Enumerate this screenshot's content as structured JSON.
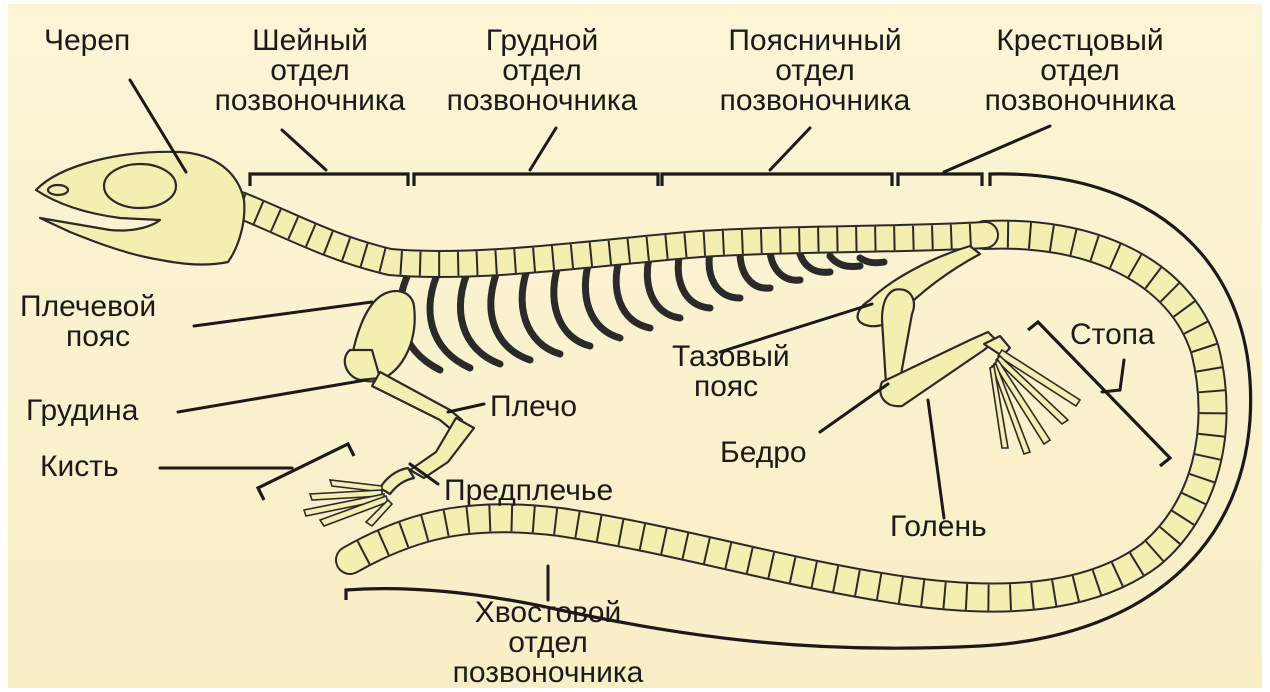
{
  "colors": {
    "background_top": "#fbf5d6",
    "background_bottom": "#f8eec6",
    "bone": "#f3efb1",
    "outline": "#2a2a2a"
  },
  "labels": {
    "skull": "Череп",
    "cervical": [
      "Шейный",
      "отдел",
      "позвоночника"
    ],
    "thoracic": [
      "Грудной",
      "отдел",
      "позвоночника"
    ],
    "lumbar": [
      "Поясничный",
      "отдел",
      "позвоночника"
    ],
    "sacral": [
      "Крестцовый",
      "отдел",
      "позвоночника"
    ],
    "shoulder_girdle": [
      "Плечевой",
      "пояс"
    ],
    "sternum": "Грудина",
    "hand": "Кисть",
    "humerus": "Плечо",
    "forearm": "Предплечье",
    "pelvic_girdle": [
      "Тазовый",
      "пояс"
    ],
    "femur": "Бедро",
    "foot": "Стопа",
    "shin": "Голень",
    "tail": [
      "Хвостовой",
      "отдел",
      "позвоночника"
    ]
  }
}
